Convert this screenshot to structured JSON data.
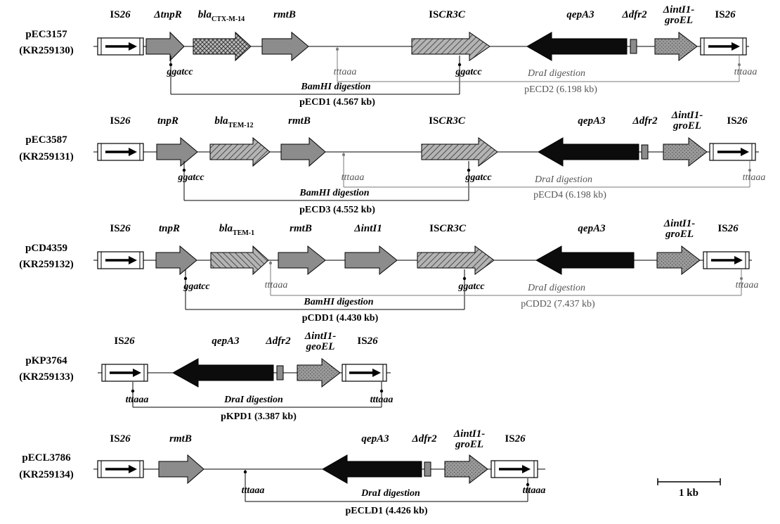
{
  "scale_bar": {
    "label": "1 kb"
  },
  "colors": {
    "gray": "#8c8c8c",
    "black": "#0c0c0c",
    "digest_gray": "#7a7a7a"
  },
  "plasmids": [
    {
      "name": "pEC3157",
      "accession": "(KR259130)",
      "genes": [
        {
          "label": "IS",
          "suffix": "26"
        },
        {
          "label": "ΔtnpR"
        },
        {
          "label": "bla",
          "sub": "CTX-M-14"
        },
        {
          "label": "rmtB"
        },
        {
          "label": "IS",
          "suffix": "CR3C"
        },
        {
          "label": "qepA3"
        },
        {
          "label": "Δdfr2"
        },
        {
          "label": "ΔintI1-",
          "line2": "groEL"
        },
        {
          "label": "IS",
          "suffix": "26"
        }
      ],
      "sites": [
        "ggatcc",
        "tttaaa",
        "ggatcc",
        "tttaaa"
      ],
      "digestions": [
        {
          "enzyme": "BamHI",
          "word": "digestion",
          "product": "pECD1 (4.567 kb)"
        },
        {
          "enzyme": "DraI",
          "word": "digestion",
          "product": "pECD2 (6.198 kb)"
        }
      ]
    },
    {
      "name": "pEC3587",
      "accession": "(KR259131)",
      "genes": [
        {
          "label": "IS",
          "suffix": "26"
        },
        {
          "label": "tnpR"
        },
        {
          "label": "bla",
          "sub": "TEM-12"
        },
        {
          "label": "rmtB"
        },
        {
          "label": "IS",
          "suffix": "CR3C"
        },
        {
          "label": "qepA3"
        },
        {
          "label": "Δdfr2"
        },
        {
          "label": "ΔintI1-",
          "line2": "groEL"
        },
        {
          "label": "IS",
          "suffix": "26"
        }
      ],
      "sites": [
        "ggatcc",
        "tttaaa",
        "ggatcc",
        "tttaaa"
      ],
      "digestions": [
        {
          "enzyme": "BamHI",
          "word": "digestion",
          "product": "pECD3 (4.552 kb)"
        },
        {
          "enzyme": "DraI",
          "word": "digestion",
          "product": "pECD4 (6.198 kb)"
        }
      ]
    },
    {
      "name": "pCD4359",
      "accession": "(KR259132)",
      "genes": [
        {
          "label": "IS",
          "suffix": "26"
        },
        {
          "label": "tnpR"
        },
        {
          "label": "bla",
          "sub": "TEM-1"
        },
        {
          "label": "rmtB"
        },
        {
          "label": "ΔintI1"
        },
        {
          "label": "IS",
          "suffix": "CR3C"
        },
        {
          "label": "qepA3"
        },
        {
          "label": "ΔintI1-",
          "line2": "groEL"
        },
        {
          "label": "IS",
          "suffix": "26"
        }
      ],
      "sites": [
        "ggatcc",
        "tttaaa",
        "ggatcc",
        "tttaaa"
      ],
      "digestions": [
        {
          "enzyme": "BamHI",
          "word": "digestion",
          "product": "pCDD1 (4.430 kb)"
        },
        {
          "enzyme": "DraI",
          "word": "digestion",
          "product": "pCDD2 (7.437 kb)"
        }
      ]
    },
    {
      "name": "pKP3764",
      "accession": "(KR259133)",
      "genes": [
        {
          "label": "IS",
          "suffix": "26"
        },
        {
          "label": "qepA3"
        },
        {
          "label": "Δdfr2"
        },
        {
          "label": "ΔintI1-",
          "line2": "geoEL"
        },
        {
          "label": "IS",
          "suffix": "26"
        }
      ],
      "sites": [
        "tttaaa",
        "tttaaa"
      ],
      "digestions": [
        {
          "enzyme": "DraI",
          "word": "digestion",
          "product": "pKPD1 (3.387 kb)"
        }
      ]
    },
    {
      "name": "pECL3786",
      "accession": "(KR259134)",
      "genes": [
        {
          "label": "IS",
          "suffix": "26"
        },
        {
          "label": "rmtB"
        },
        {
          "label": "qepA3"
        },
        {
          "label": "Δdfr2"
        },
        {
          "label": "ΔintI1-",
          "line2": "groEL"
        },
        {
          "label": "IS",
          "suffix": "26"
        }
      ],
      "sites": [
        "tttaaa",
        "tttaaa"
      ],
      "digestions": [
        {
          "enzyme": "DraI",
          "word": "digestion",
          "product": "pECLD1 (4.426 kb)"
        }
      ]
    }
  ]
}
